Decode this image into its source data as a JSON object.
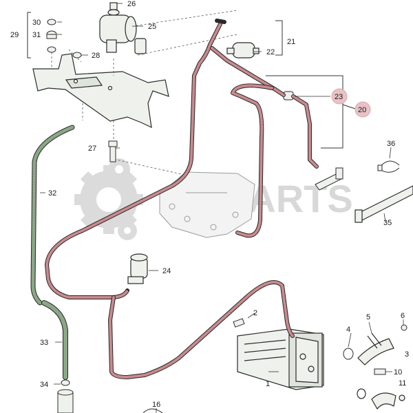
{
  "watermark": {
    "text": "RMPARTS"
  },
  "labels": {
    "l1": "1",
    "l2": "2",
    "l3": "3",
    "l4": "4",
    "l5": "5",
    "l6": "6",
    "l10": "10",
    "l11": "11",
    "l16": "16",
    "l20": "20",
    "l21": "21",
    "l22": "22",
    "l23": "23",
    "l24": "24",
    "l25": "25",
    "l26": "26",
    "l27": "27",
    "l28": "28",
    "l29": "29",
    "l30": "30",
    "l31": "31",
    "l32": "32",
    "l33": "33",
    "l34": "34",
    "l35": "35",
    "l36": "36"
  },
  "colors": {
    "highlight_hose": "#c98a8e",
    "green_hose": "#8aa886",
    "part_fill": "#eef1ec",
    "outline": "#2a2a2a",
    "callout_bubble": "#e8c2c6",
    "watermark": "#d4d4d4"
  }
}
